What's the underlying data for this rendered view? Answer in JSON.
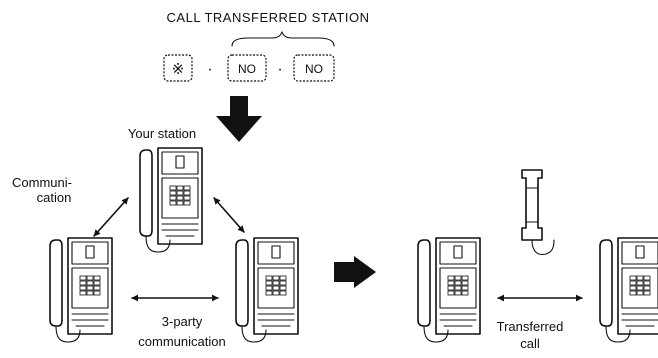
{
  "title": "CALL TRANSFERRED STATION",
  "dial_sequence": {
    "key1": "※",
    "separator1": "·",
    "key2": "NO",
    "separator2": "·",
    "key3": "NO"
  },
  "labels": {
    "your_station": "Your station",
    "communication_line1": "Communi-",
    "communication_line2": "cation",
    "three_party_line1": "3-party",
    "three_party_line2": "communication",
    "transferred_line1": "Transferred",
    "transferred_line2": "call"
  },
  "icons": {
    "down_arrow": "down-arrow-icon",
    "right_arrow": "right-arrow-icon",
    "station": "intercom-station-icon"
  },
  "colors": {
    "ink": "#111111",
    "background": "#ffffff"
  }
}
